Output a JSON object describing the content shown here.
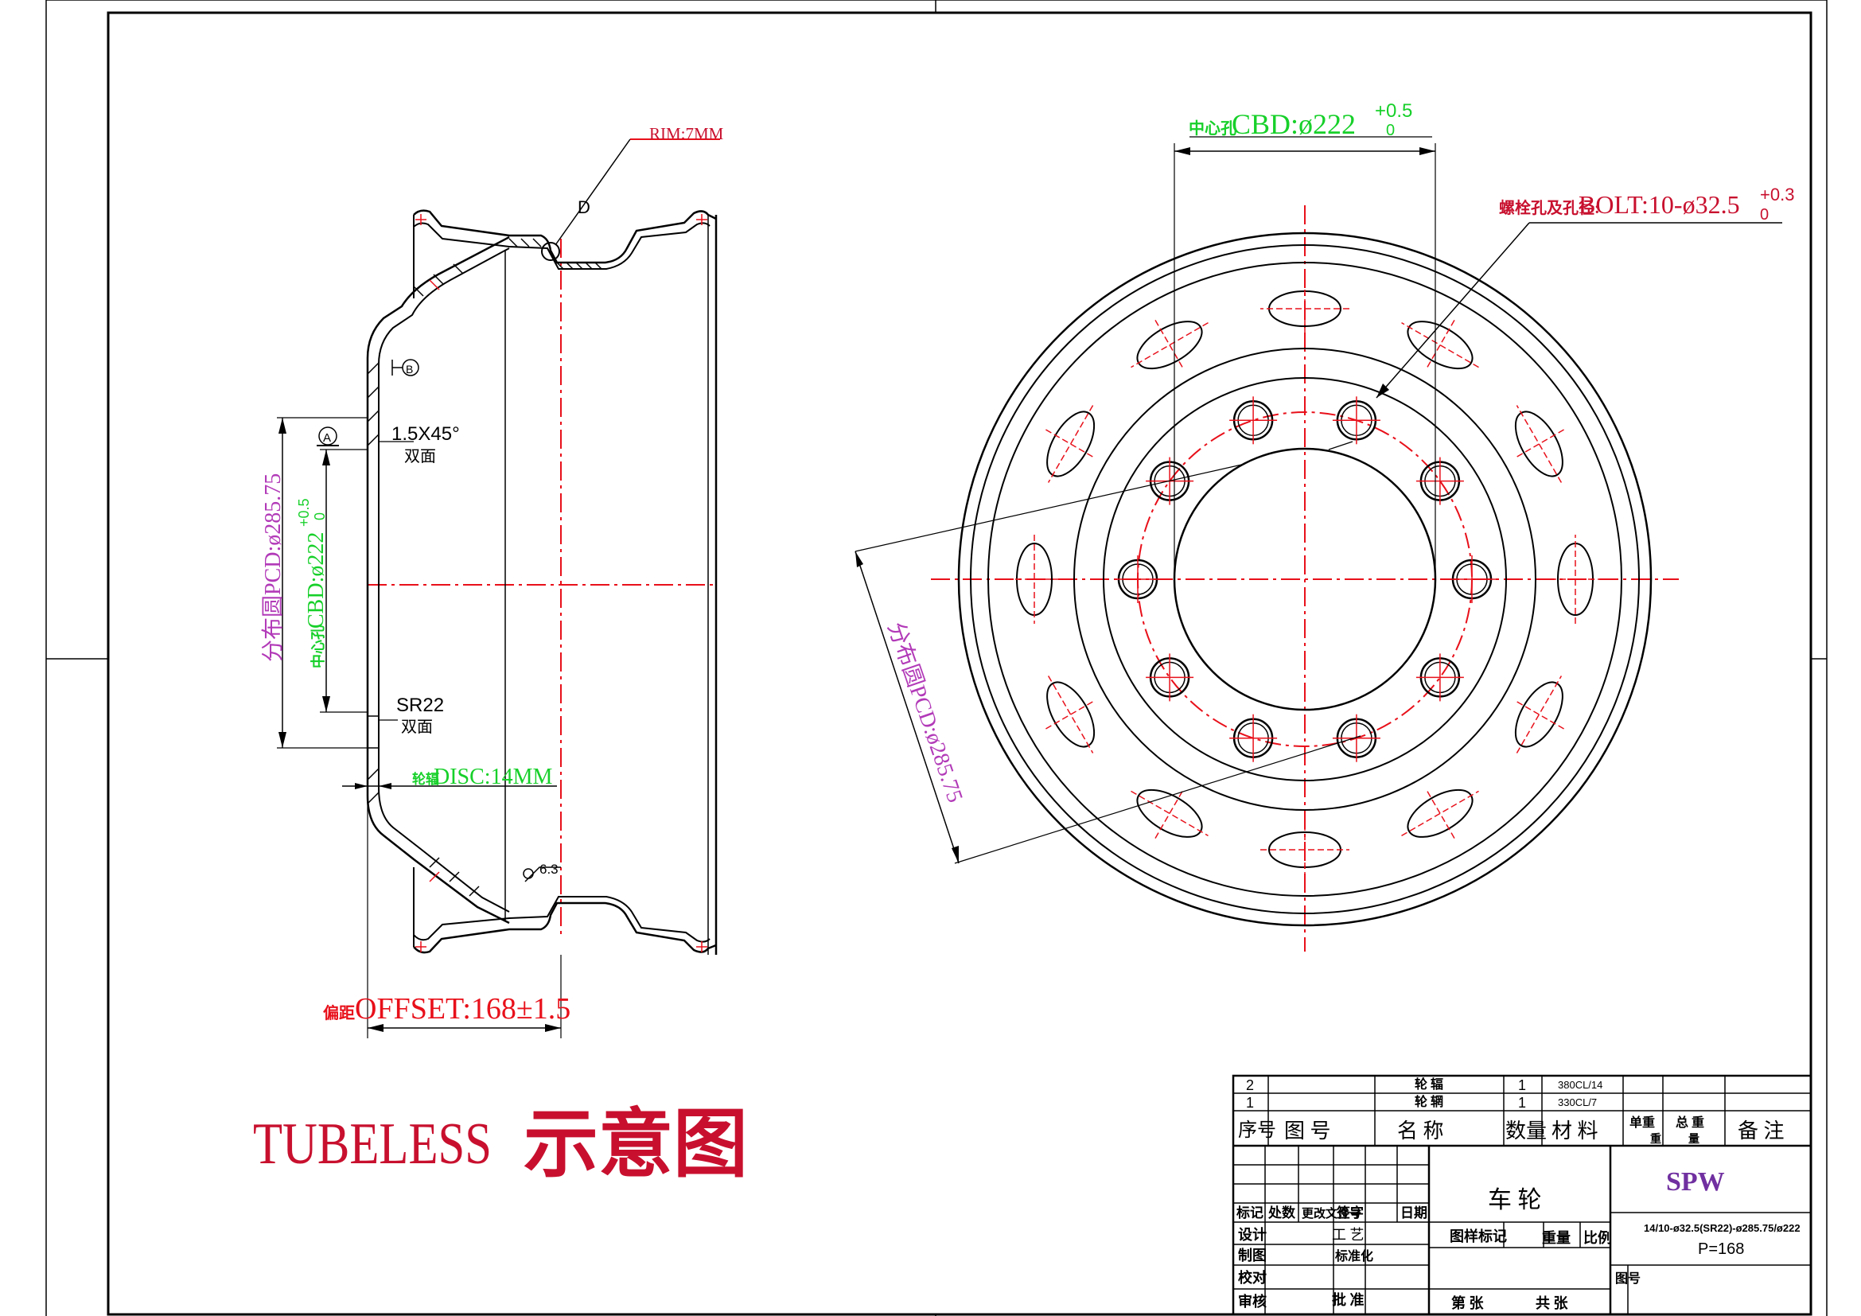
{
  "annotations": {
    "rim": "RIM:7MM",
    "d_marker": "D",
    "b_marker": "B",
    "a_marker": "A",
    "chamfer": "1.5X45°",
    "chamfer_note": "双面",
    "sr": "SR22",
    "sr_note": "双面",
    "disc_cn": "轮辐",
    "disc": "DISC:14MM",
    "offset_cn": "偏距",
    "offset": "OFFSET:168±1.5",
    "pcd_side": "分布圆PCD:ø285.75",
    "cbd_side_cn": "中心孔",
    "cbd_side": "CBD:ø222",
    "cbd_side_tol_upper": "+0.5",
    "cbd_side_tol_lower": "0",
    "cbd_top_cn": "中心孔",
    "cbd_top": "CBD:ø222",
    "cbd_top_tol_upper": "+0.5",
    "cbd_top_tol_lower": "0",
    "bolt_cn": "螺栓孔及孔径:",
    "bolt": "BOLT:10-ø32.5",
    "bolt_tol_upper": "+0.3",
    "bolt_tol_lower": "0",
    "pcd_front": "分布圆PCD:ø285.75",
    "roughness": "6.3"
  },
  "title": {
    "text_en": "TUBELESS",
    "text_cn": "示意图"
  },
  "colors": {
    "red": "#e8101a",
    "green": "#17d02a",
    "magenta": "#b23ab8",
    "dark_red": "#c8102e",
    "purple": "#7030a0"
  },
  "title_block": {
    "parts": [
      {
        "no": "2",
        "name": "轮 辐",
        "qty": "1",
        "material": "380CL/14"
      },
      {
        "no": "1",
        "name": "轮 辋",
        "qty": "1",
        "material": "330CL/7"
      }
    ],
    "headers": {
      "seq": "序号",
      "drawing_no": "图 号",
      "name": "名 称",
      "qty": "数量",
      "material": "材 料",
      "unit_weight": "单重",
      "total_weight": "总 重",
      "weight_sub1": "重",
      "weight_sub2": "量",
      "remarks": "备 注"
    },
    "product_name": "车 轮",
    "company": "SPW",
    "spec": "14/10-ø32.5(SR22)-ø285.75/ø222",
    "offset_short": "P=168",
    "rev_headers": [
      "标记",
      "处数",
      "更改文件号",
      "签字",
      "日期"
    ],
    "roles": [
      "设计",
      "制图",
      "校对",
      "审核"
    ],
    "process": "工 艺",
    "standardize": "标准化",
    "approve": "批 准",
    "sample_mark": "图样标记",
    "weight": "重量",
    "scale": "比例",
    "sheet": "第 张",
    "total_sheets": "共 张",
    "drawing_no_label": "图号"
  }
}
